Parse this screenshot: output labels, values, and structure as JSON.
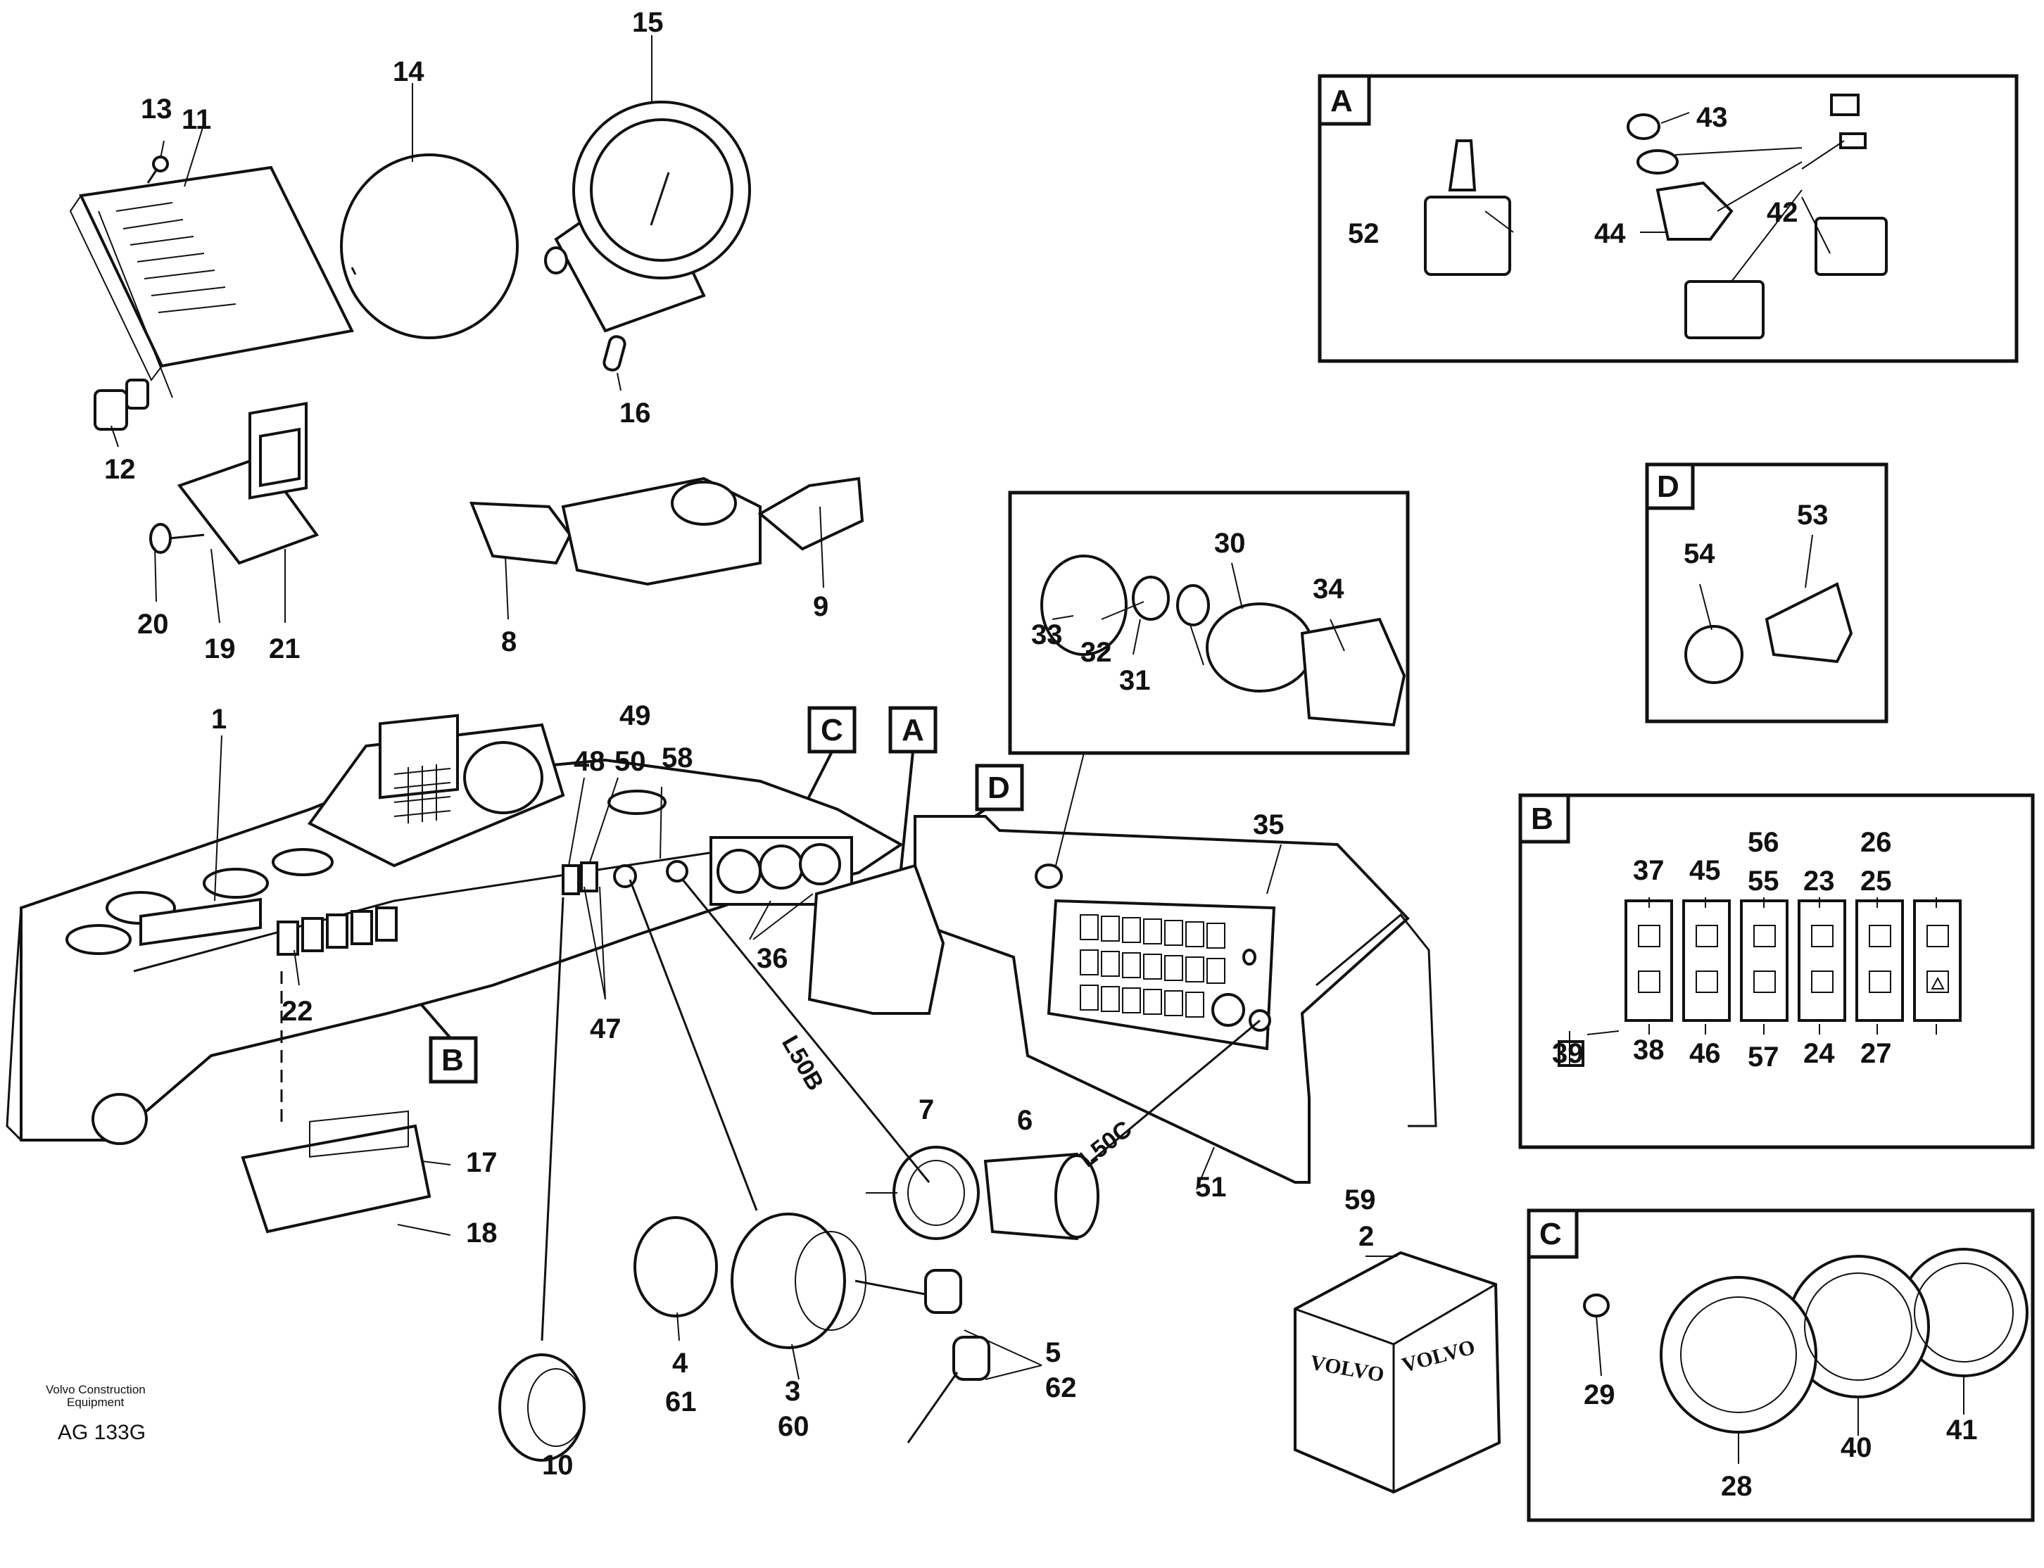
{
  "title": "",
  "footer": {
    "maker_line1": "Volvo Construction",
    "maker_line2": "Equipment",
    "ref": "AG 133G"
  },
  "box_letters": {
    "A": "A",
    "B": "B",
    "C": "C",
    "D": "D"
  },
  "wire_labels": {
    "l50b": "L50B",
    "l50c": "L50C"
  },
  "box_logo_text": "VOLVO",
  "part_numbers": {
    "p1": "1",
    "p2": "2",
    "p3": "3",
    "p4": "4",
    "p5": "5",
    "p6": "6",
    "p7": "7",
    "p8": "8",
    "p9": "9",
    "p10": "10",
    "p11": "11",
    "p12": "12",
    "p13": "13",
    "p14": "14",
    "p15": "15",
    "p16": "16",
    "p17": "17",
    "p18": "18",
    "p19": "19",
    "p20": "20",
    "p21": "21",
    "p22": "22",
    "p23": "23",
    "p24": "24",
    "p25": "25",
    "p26": "26",
    "p27": "27",
    "p28": "28",
    "p29": "29",
    "p30": "30",
    "p31": "31",
    "p32": "32",
    "p33": "33",
    "p34": "34",
    "p35": "35",
    "p36": "36",
    "p37": "37",
    "p38": "38",
    "p39": "39",
    "p40": "40",
    "p41": "41",
    "p42": "42",
    "p43": "43",
    "p44": "44",
    "p45": "45",
    "p46": "46",
    "p47": "47",
    "p48": "48",
    "p49": "49",
    "p50": "50",
    "p51": "51",
    "p52": "52",
    "p53": "53",
    "p54": "54",
    "p55": "55",
    "p56": "56",
    "p57": "57",
    "p58": "58",
    "p59": "59",
    "p60": "60",
    "p61": "61",
    "p62": "62"
  }
}
